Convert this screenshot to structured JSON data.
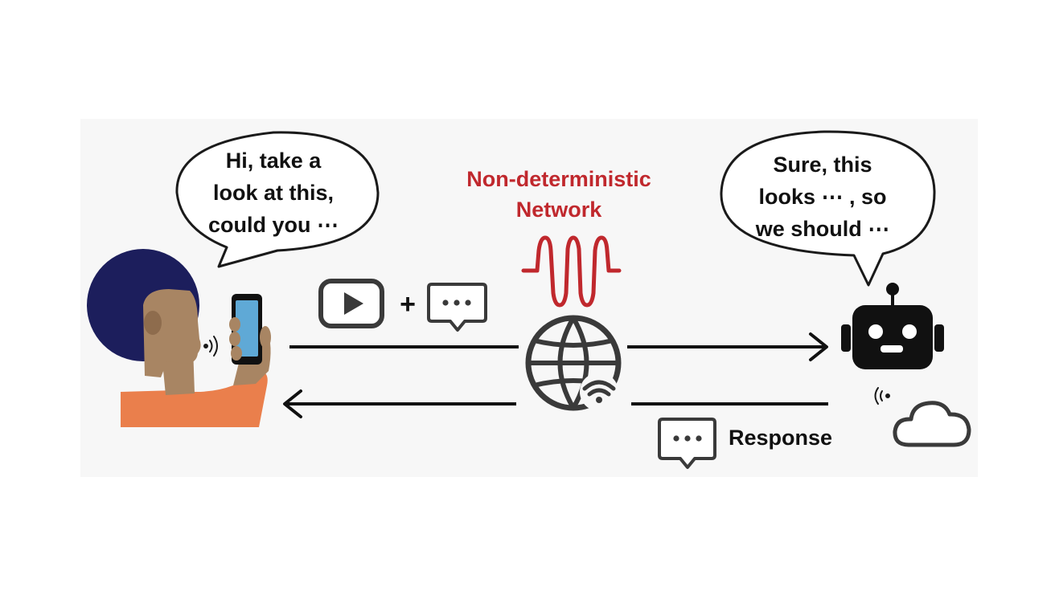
{
  "user_bubble": {
    "lines": [
      "Hi, take a",
      "look at this,",
      "could you ⋯"
    ]
  },
  "agent_bubble": {
    "lines": [
      "Sure, this",
      "looks ⋯ , so",
      "we should ⋯"
    ]
  },
  "network": {
    "lines": [
      "Non-deterministic",
      "Network"
    ],
    "color": "#c0282d"
  },
  "request": {
    "plus_symbol": "+",
    "icons": [
      "video-play-icon",
      "message-dots-icon"
    ]
  },
  "response": {
    "label": "Response",
    "icon": "message-dots-icon"
  },
  "icons": {
    "user": "person-with-phone-icon",
    "agent": "robot-icon",
    "cloud": "cloud-icon",
    "globe": "globe-wifi-icon",
    "signal": "signal-wave-icon"
  },
  "colors": {
    "hair": "#1c1e5c",
    "skin": "#a88563",
    "shirt": "#ea7f4c",
    "phone_screen": "#5fa9d6",
    "ink": "#1a1a1a",
    "panel": "#f7f7f7"
  }
}
